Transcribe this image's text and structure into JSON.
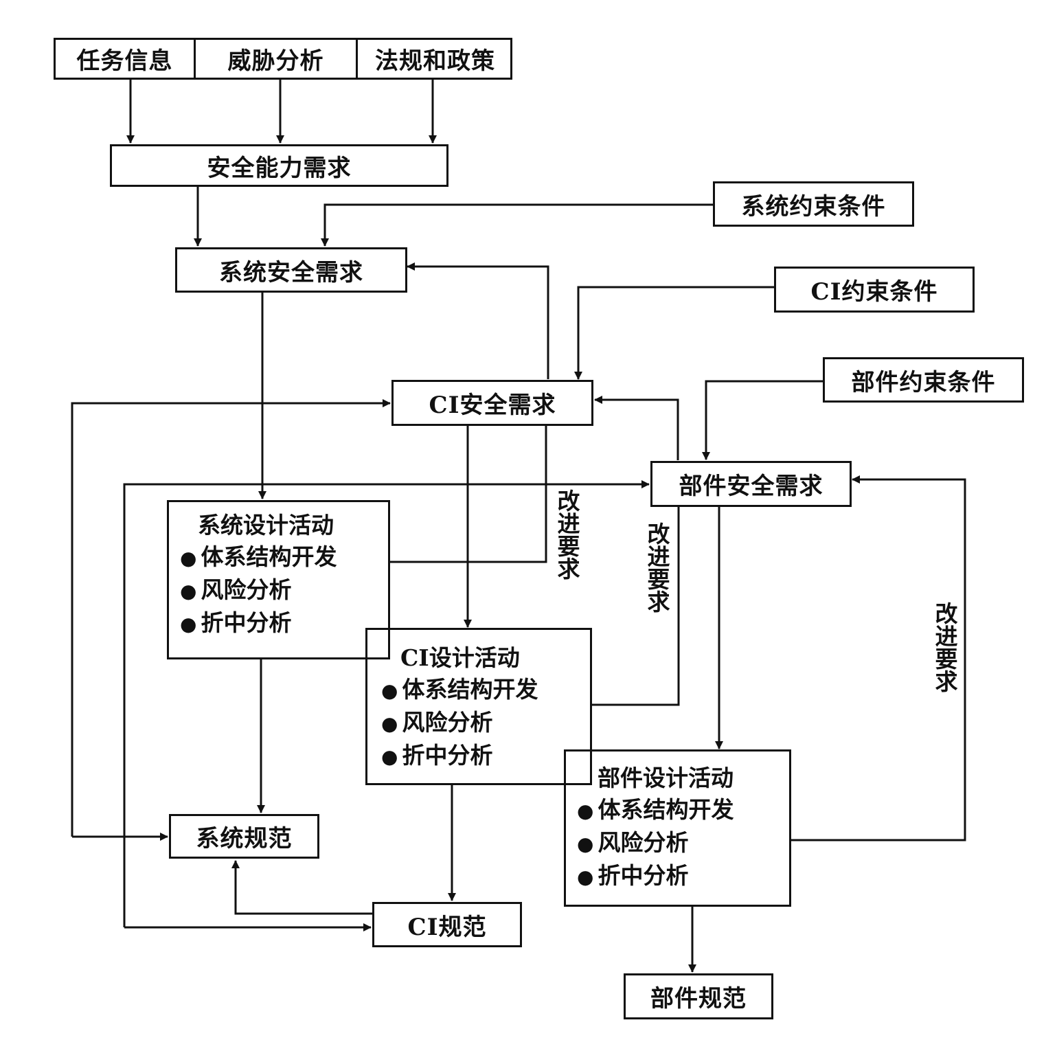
{
  "inputs": {
    "mission_info": "任务信息",
    "threat_analysis": "威胁分析",
    "laws_policies": "法规和政策"
  },
  "security_capability_requirements": "安全能力需求",
  "system_constraints": "系统约束条件",
  "system_security_requirements": "系统安全需求",
  "ci_constraints": "CI约束条件",
  "ci_security_requirements": "CI安全需求",
  "component_constraints": "部件约束条件",
  "component_security_requirements": "部件安全需求",
  "system_design": {
    "title": "系统设计活动",
    "items": [
      "体系结构开发",
      "风险分析",
      "折中分析"
    ]
  },
  "ci_design": {
    "title": "CI设计活动",
    "items": [
      "体系结构开发",
      "风险分析",
      "折中分析"
    ]
  },
  "component_design": {
    "title": "部件设计活动",
    "items": [
      "体系结构开发",
      "风险分析",
      "折中分析"
    ]
  },
  "system_spec": "系统规范",
  "ci_spec": "CI规范",
  "component_spec": "部件规范",
  "feedback_labels": [
    "改进要求",
    "改进要求",
    "改进要求"
  ]
}
